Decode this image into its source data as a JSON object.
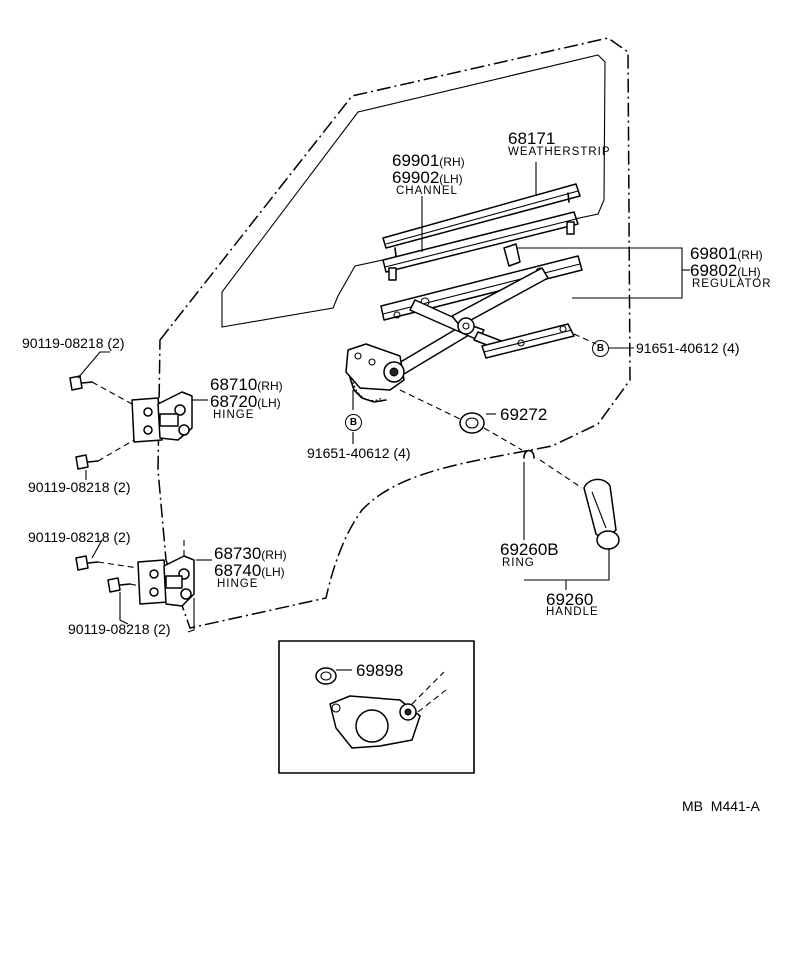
{
  "parts": {
    "weatherstrip": {
      "number": "68171",
      "name": "WEATHERSTRIP"
    },
    "channel": {
      "number_rh": "69901",
      "side_rh": "(RH)",
      "number_lh": "69902",
      "side_lh": "(LH)",
      "name": "CHANNEL"
    },
    "regulator": {
      "number_rh": "69801",
      "side_rh": "(RH)",
      "number_lh": "69802",
      "side_lh": "(LH)",
      "name": "REGULATOR"
    },
    "regulator_bolt": {
      "label": "91651-40612 (4)",
      "callout": "B"
    },
    "regulator_bolt_2": {
      "label": "91651-40612 (4)",
      "callout": "B"
    },
    "hinge_upper": {
      "number_rh": "68710",
      "side_rh": "(RH)",
      "number_lh": "68720",
      "side_lh": "(LH)",
      "name": "HINGE"
    },
    "hinge_lower": {
      "number_rh": "68730",
      "side_rh": "(RH)",
      "number_lh": "68740",
      "side_lh": "(LH)",
      "name": "HINGE"
    },
    "hinge_bolts": [
      "90119-08218 (2)",
      "90119-08218 (2)",
      "90119-08218 (2)",
      "90119-08218 (2)"
    ],
    "seal": {
      "number": "69272"
    },
    "ring": {
      "number": "69260B",
      "name": "RING"
    },
    "handle": {
      "number": "69260",
      "name": "HANDLE"
    },
    "inset_part": {
      "number": "69898"
    }
  },
  "code": "MB  M441-A"
}
